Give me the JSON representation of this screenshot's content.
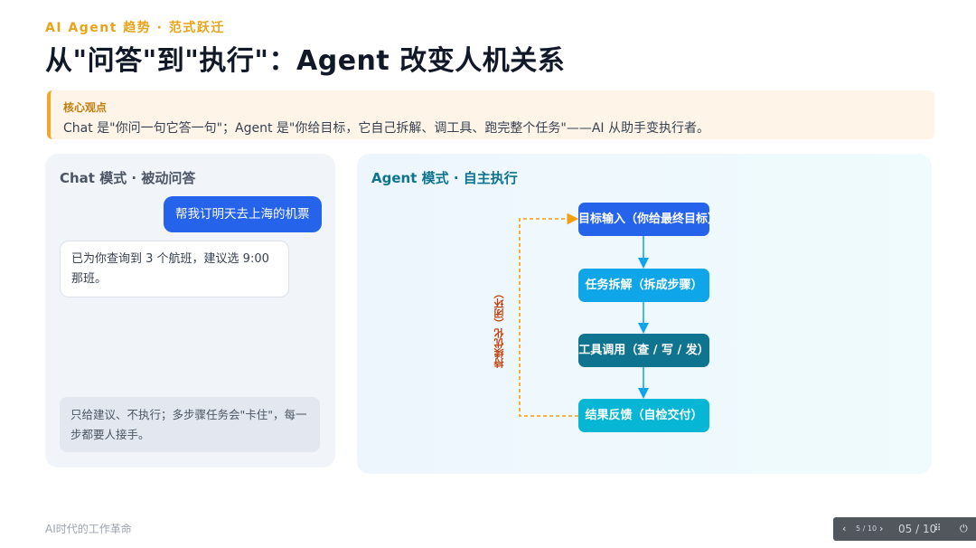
{
  "header": {
    "eyebrow": "AI Agent 趋势 · 范式跃迁",
    "title": "从\"问答\"到\"执行\"：Agent 改变人机关系"
  },
  "callout": {
    "label": "核心观点",
    "text": "Chat 是\"你问一句它答一句\"；Agent 是\"你给目标，它自己拆解、调工具、跑完整个任务\"——AI 从助手变执行者。"
  },
  "chat_panel": {
    "title": "Chat 模式 · 被动问答",
    "user_message": "帮我订明天去上海的机票",
    "bot_message": "已为你查询到 3 个航班，建议选 9:00 那班。",
    "note": "只给建议、不执行；多步骤任务会\"卡住\"，每一步都要人接手。"
  },
  "agent_panel": {
    "title": "Agent 模式 · 自主执行",
    "steps": [
      {
        "label": "目标输入（你给最终目标）",
        "color": "#2563eb"
      },
      {
        "label": "任务拆解（拆成步骤）",
        "color": "#0ea5e9"
      },
      {
        "label": "工具调用（查 / 写 / 发）",
        "color": "#0e7490"
      },
      {
        "label": "结果反馈（自检交付）",
        "color": "#06b6d4"
      }
    ],
    "loop_label": "持续优化（闭环）",
    "loop_color": "#f59e0b"
  },
  "footer": {
    "text": "AI时代的工作革命"
  },
  "pager": {
    "small": "5 / 10",
    "big": "05 / 10"
  }
}
